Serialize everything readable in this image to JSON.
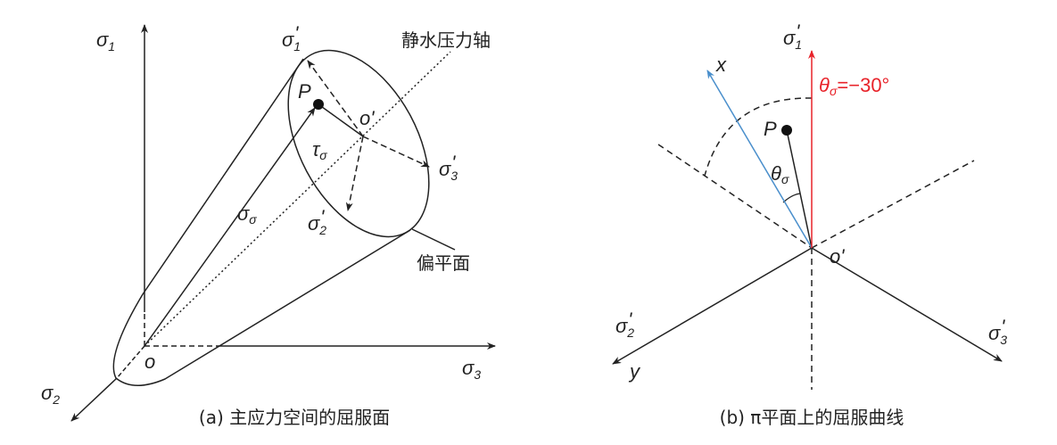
{
  "panel_a": {
    "caption": "(a) 主应力空间的屈服面",
    "sigma": "σ",
    "axis_sigma1_sub": "1",
    "axis_sigma2_sub": "2",
    "axis_sigma3_sub": "3",
    "origin": "o",
    "origin_prime": "o'",
    "point": "P",
    "hydrostatic_axis": "静水压力轴",
    "deviatoric_plane": "偏平面",
    "tau": "τ",
    "sigma_sub": "σ",
    "prime": "'"
  },
  "panel_b": {
    "caption": "(b) π平面上的屈服曲线",
    "sigma": "σ",
    "theta": "θ",
    "sigma_sub": "σ",
    "sub1": "1",
    "sub2": "2",
    "sub3": "3",
    "prime": "'",
    "x_axis": "x",
    "y_axis": "y",
    "point": "P",
    "origin_prime": "o'",
    "angle_annotation_value": "=−30°",
    "red_color": "#e8232a",
    "blue_color": "#4a8fcc"
  }
}
